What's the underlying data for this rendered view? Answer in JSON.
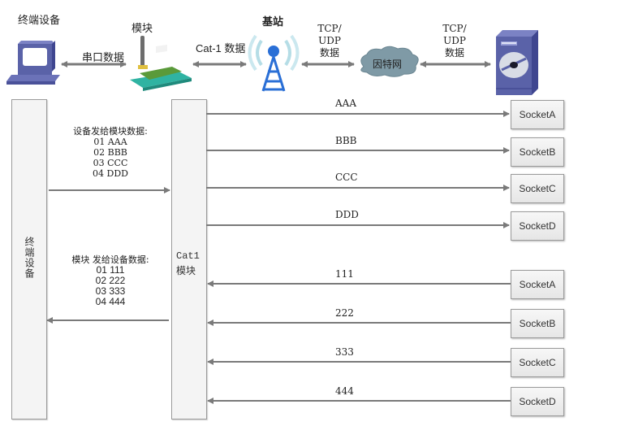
{
  "top": {
    "terminal_label": "终端设备",
    "module_label": "模块",
    "base_station_label": "基站",
    "serial_link_label": "串口数据",
    "cat1_link_label": "Cat-1 数据",
    "tcp_udp_left": [
      "TCP/",
      "UDP",
      "数据"
    ],
    "tcp_udp_right": [
      "TCP/",
      "UDP",
      "数据"
    ],
    "internet_label": "因特网"
  },
  "lanes": {
    "terminal_vertical": "终端设备",
    "module_vertical": [
      "Cat1",
      "模块"
    ]
  },
  "device_to_module": {
    "title": "设备发给模块数据:",
    "lines": [
      "01  AAA",
      "02  BBB",
      "03  CCC",
      "04  DDD"
    ]
  },
  "module_to_device": {
    "title": "模块 发给设备数据:",
    "lines": [
      "01 111",
      "02 222",
      "03 333",
      "04 444"
    ]
  },
  "outgoing": [
    {
      "data": "AAA",
      "socket": "SocketA"
    },
    {
      "data": "BBB",
      "socket": "SocketB"
    },
    {
      "data": "CCC",
      "socket": "SocketC"
    },
    {
      "data": "DDD",
      "socket": "SocketD"
    }
  ],
  "incoming": [
    {
      "data": "111",
      "socket": "SocketA"
    },
    {
      "data": "222",
      "socket": "SocketB"
    },
    {
      "data": "333",
      "socket": "SocketC"
    },
    {
      "data": "444",
      "socket": "SocketD"
    }
  ],
  "colors": {
    "arrow": "#7a7a7a",
    "device_blue": "#5a62a8",
    "tower_blue": "#2a6fd6",
    "cloud": "#7f9aa6",
    "pcb_green": "#2fb3a2"
  }
}
